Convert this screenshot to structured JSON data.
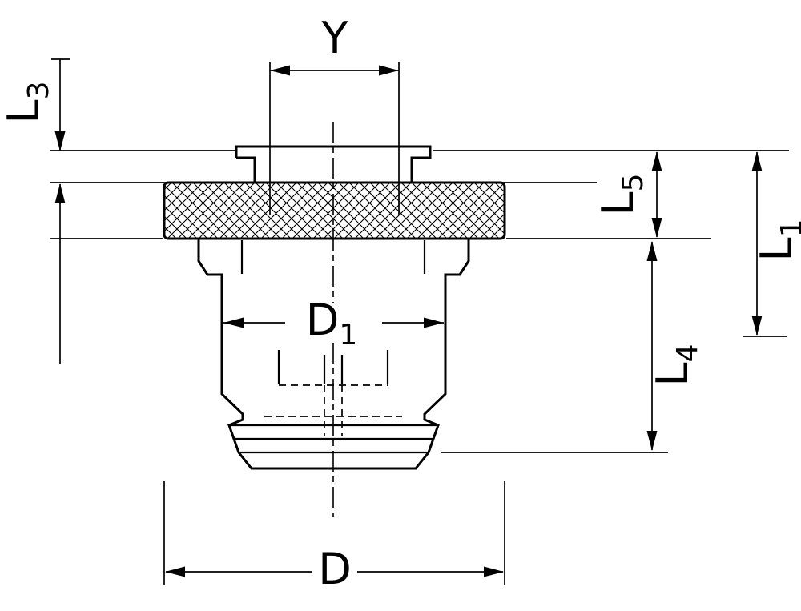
{
  "drawing": {
    "labels": {
      "y": "Y",
      "l3": {
        "main": "L",
        "sub": "3"
      },
      "l5": {
        "main": "L",
        "sub": "5"
      },
      "l1": {
        "main": "L",
        "sub": "1"
      },
      "l4": {
        "main": "L",
        "sub": "4"
      },
      "d1": {
        "main": "D",
        "sub": "1"
      },
      "d": "D"
    },
    "colors": {
      "line": "#000000",
      "background": "#ffffff"
    }
  }
}
